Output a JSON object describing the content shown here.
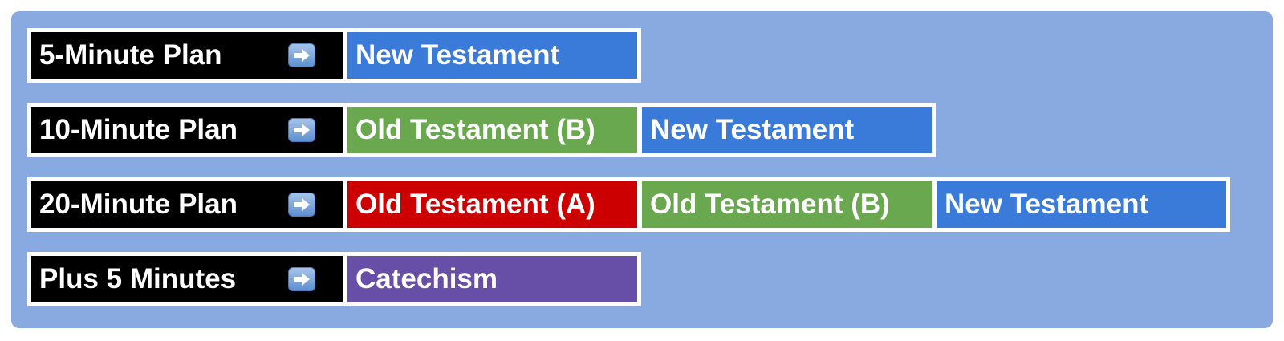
{
  "colors": {
    "panel_bg": "#89aae0",
    "label_bg": "#000000",
    "new_testament": "#3a7bd9",
    "old_testament_b": "#6aa84f",
    "old_testament_a": "#cc0000",
    "catechism": "#674ea7"
  },
  "plans": [
    {
      "label": "5-Minute Plan",
      "icon": "right-arrow-icon",
      "segments": [
        {
          "text": "New Testament",
          "color": "blue"
        }
      ]
    },
    {
      "label": "10-Minute Plan",
      "icon": "right-arrow-icon",
      "segments": [
        {
          "text": "Old Testament (B)",
          "color": "green"
        },
        {
          "text": "New Testament",
          "color": "blue"
        }
      ]
    },
    {
      "label": "20-Minute Plan",
      "icon": "right-arrow-icon",
      "segments": [
        {
          "text": "Old Testament (A)",
          "color": "red"
        },
        {
          "text": "Old Testament (B)",
          "color": "green"
        },
        {
          "text": "New Testament",
          "color": "blue"
        }
      ]
    },
    {
      "label": "Plus 5 Minutes",
      "icon": "right-arrow-icon",
      "segments": [
        {
          "text": "Catechism",
          "color": "purple"
        }
      ]
    }
  ]
}
